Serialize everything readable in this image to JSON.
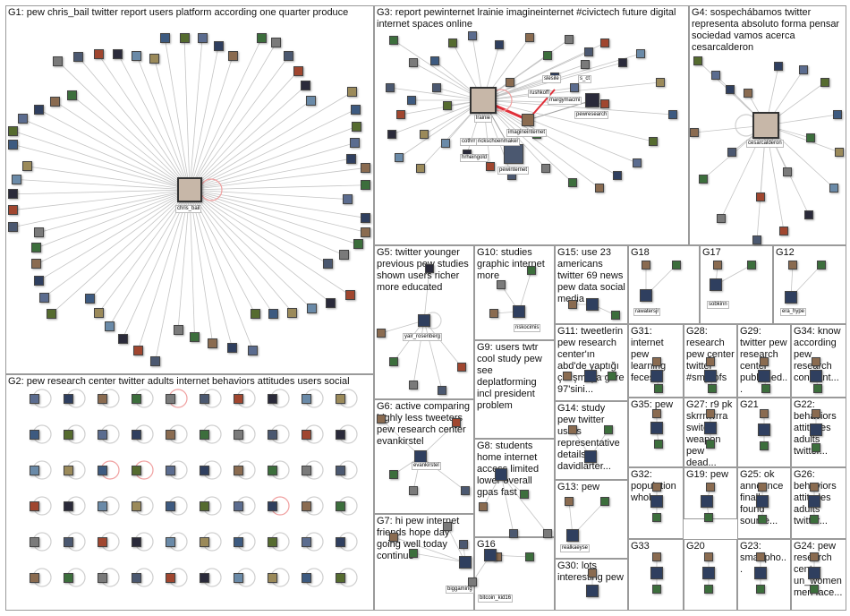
{
  "colors": {
    "border": "#9a9a9a",
    "edge": "#bfbfbf",
    "self_loop": "#f0a0a0",
    "highlight": "#e0303a"
  },
  "groups": [
    {
      "id": "G1",
      "label": "G1: pew chris_bail twitter report users platform according one quarter produce"
    },
    {
      "id": "G2",
      "label": "G2: pew research center twitter adults internet behaviors attitudes users social"
    },
    {
      "id": "G3",
      "label": "G3: report pewinternet lrainie imagineinternet #civictech future digital internet spaces online"
    },
    {
      "id": "G4",
      "label": "G4: sospechábamos twitter representa absoluto forma pensar sociedad vamos acerca cesarcalderon"
    },
    {
      "id": "G5",
      "label": "G5: twitter younger previous pew studies shown users richer more educated"
    },
    {
      "id": "G6",
      "label": "G6: active comparing highly less tweeters pew research center evankirstel"
    },
    {
      "id": "G7",
      "label": "G7: hi pew internet friends hope day going well today continue"
    },
    {
      "id": "G8",
      "label": "G8: students home internet access limited lower overall gpas fast"
    },
    {
      "id": "G9",
      "label": "G9: users twtr cool study pew see deplatforming incl president problem"
    },
    {
      "id": "G10",
      "label": "G10: studies graphic internet more"
    },
    {
      "id": "G11",
      "label": "G11: tweetlerin pew research center'ın abd'de yaptığı çalışmaya göre 97'sini..."
    },
    {
      "id": "G12",
      "label": "G12"
    },
    {
      "id": "G13",
      "label": "G13: pew"
    },
    {
      "id": "G14",
      "label": "G14: study pew twitter users representative details davidlarter..."
    },
    {
      "id": "G15",
      "label": "G15: use 23 americans twitter 69 news pew data social media"
    },
    {
      "id": "G16",
      "label": "G16"
    },
    {
      "id": "G17",
      "label": "G17"
    },
    {
      "id": "G18",
      "label": "G18"
    },
    {
      "id": "G19",
      "label": "G19: pew"
    },
    {
      "id": "G20",
      "label": "G20"
    },
    {
      "id": "G21",
      "label": "G21"
    },
    {
      "id": "G22",
      "label": "G22: behaviors attitudes adults twitter..."
    },
    {
      "id": "G23",
      "label": "G23: smartpho..."
    },
    {
      "id": "G24",
      "label": "G24: pew research center un_women men face..."
    },
    {
      "id": "G25",
      "label": "G25: ok announce finally found source..."
    },
    {
      "id": "G26",
      "label": "G26: behaviors attitudes adults twitter..."
    },
    {
      "id": "G27",
      "label": "G27: r9 pk skrrrrrrrra switch weapon pew dead..."
    },
    {
      "id": "G28",
      "label": "G28: research pew center twitter #smprofs"
    },
    {
      "id": "G29",
      "label": "G29: twitter pew research center published..."
    },
    {
      "id": "G30",
      "label": "G30: lots interesting pew"
    },
    {
      "id": "G31",
      "label": "G31: internet pew learning feces..."
    },
    {
      "id": "G32",
      "label": "G32: population whole"
    },
    {
      "id": "G33",
      "label": "G33"
    },
    {
      "id": "G34",
      "label": "G34: know according pew research constant..."
    },
    {
      "id": "G35",
      "label": "G35: pew"
    }
  ],
  "node_labels": {
    "chris_bail": "chris_bail",
    "lrainie": "lrainie",
    "imagineinternet": "imagineinternet",
    "pewinternet": "pewinternet",
    "pewresearch": "pewresearch",
    "rushkoff": "rushkoff",
    "slesile": "slesile",
    "s_ct": "s_ct",
    "margymacmi": "margymacmi",
    "cothrr": "cothrr",
    "rickschoenmaker": "rickschoenmaker",
    "hrheingold": "hrheingold",
    "cesarcalderon": "cesarcalderon",
    "yair_rosenberg": "yair_rosenberg",
    "nskocimis": "nskocimis",
    "evankirstel": "evankirstel",
    "rawatersjr": "rawatersjr",
    "sobkinn": "sobkinn",
    "era_hype": "era_hype",
    "realkaeyse": "realkaeyse",
    "bitcoin_kid16": "bitcoin_kid16",
    "biggaming": "biggaming"
  }
}
